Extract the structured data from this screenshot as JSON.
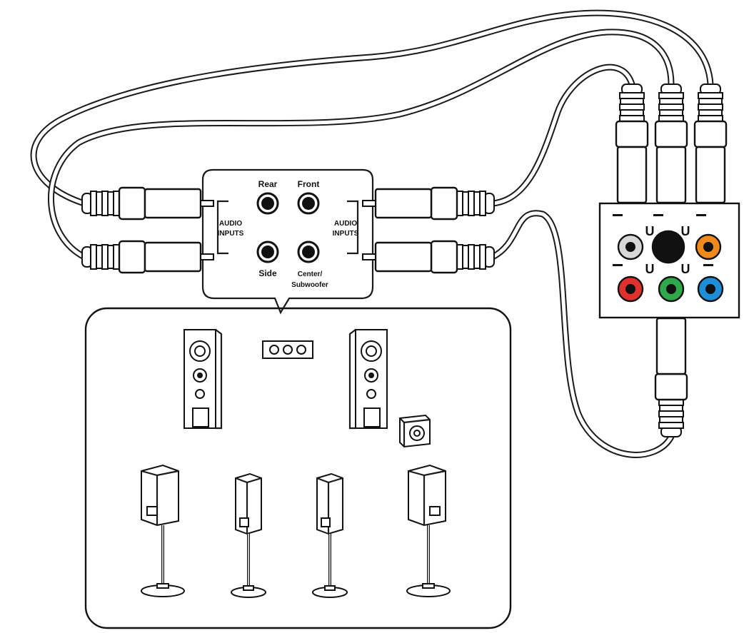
{
  "jack_box": {
    "rear_label": "Rear",
    "front_label": "Front",
    "side_label": "Side",
    "center_label_line1": "Center/",
    "center_label_line2": "Subwoofer",
    "audio_inputs_left_line1": "AUDIO",
    "audio_inputs_left_line2": "INPUTS",
    "audio_inputs_right_line1": "AUDIO",
    "audio_inputs_right_line2": "INPUTS"
  },
  "rear_panel": {
    "jacks": [
      {
        "name": "gray-jack",
        "color": "#d8d8d8"
      },
      {
        "name": "black-jack",
        "color": "#111111"
      },
      {
        "name": "orange-jack",
        "color": "#f08a1c"
      },
      {
        "name": "red-jack",
        "color": "#e0312f"
      },
      {
        "name": "green-jack",
        "color": "#2ea84a"
      },
      {
        "name": "blue-jack",
        "color": "#1e8fd6"
      }
    ]
  },
  "colors": {
    "outline": "#1a1a1a",
    "background": "#ffffff",
    "speaker_fill": "#ffffff"
  }
}
